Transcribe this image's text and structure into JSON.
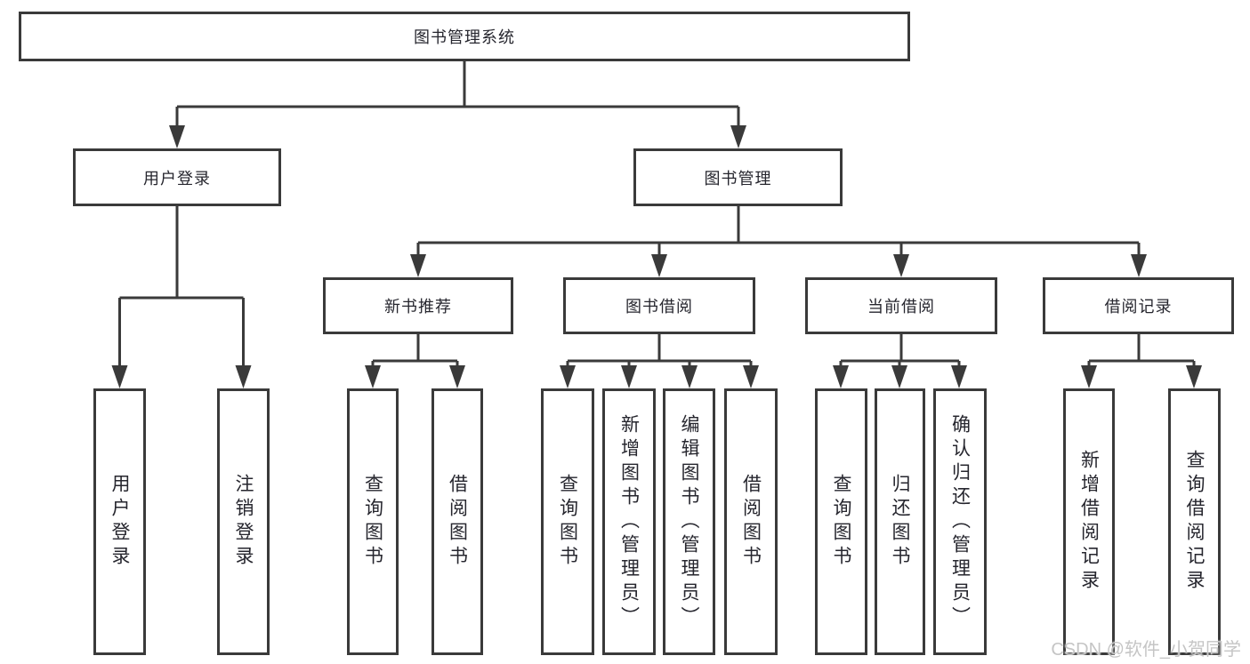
{
  "diagram": {
    "root": "图书管理系统",
    "user_login": {
      "label": "用户登录",
      "children": [
        "用户登录",
        "注销登录"
      ]
    },
    "book_management": {
      "label": "图书管理",
      "sections": [
        {
          "label": "新书推荐",
          "children": [
            "查询图书",
            "借阅图书"
          ]
        },
        {
          "label": "图书借阅",
          "children": [
            "查询图书",
            "新增图书（管理员）",
            "编辑图书（管理员）",
            "借阅图书"
          ]
        },
        {
          "label": "当前借阅",
          "children": [
            "查询图书",
            "归还图书",
            "确认归还（管理员）"
          ]
        },
        {
          "label": "借阅记录",
          "children": [
            "新增借阅记录",
            "查询借阅记录"
          ]
        }
      ]
    },
    "watermark": "CSDN @软件_小贺同学",
    "colors": {
      "line": "#3a3a3a",
      "text": "#26262e",
      "watermark": "#c5c5c5",
      "background": "#ffffff"
    }
  }
}
